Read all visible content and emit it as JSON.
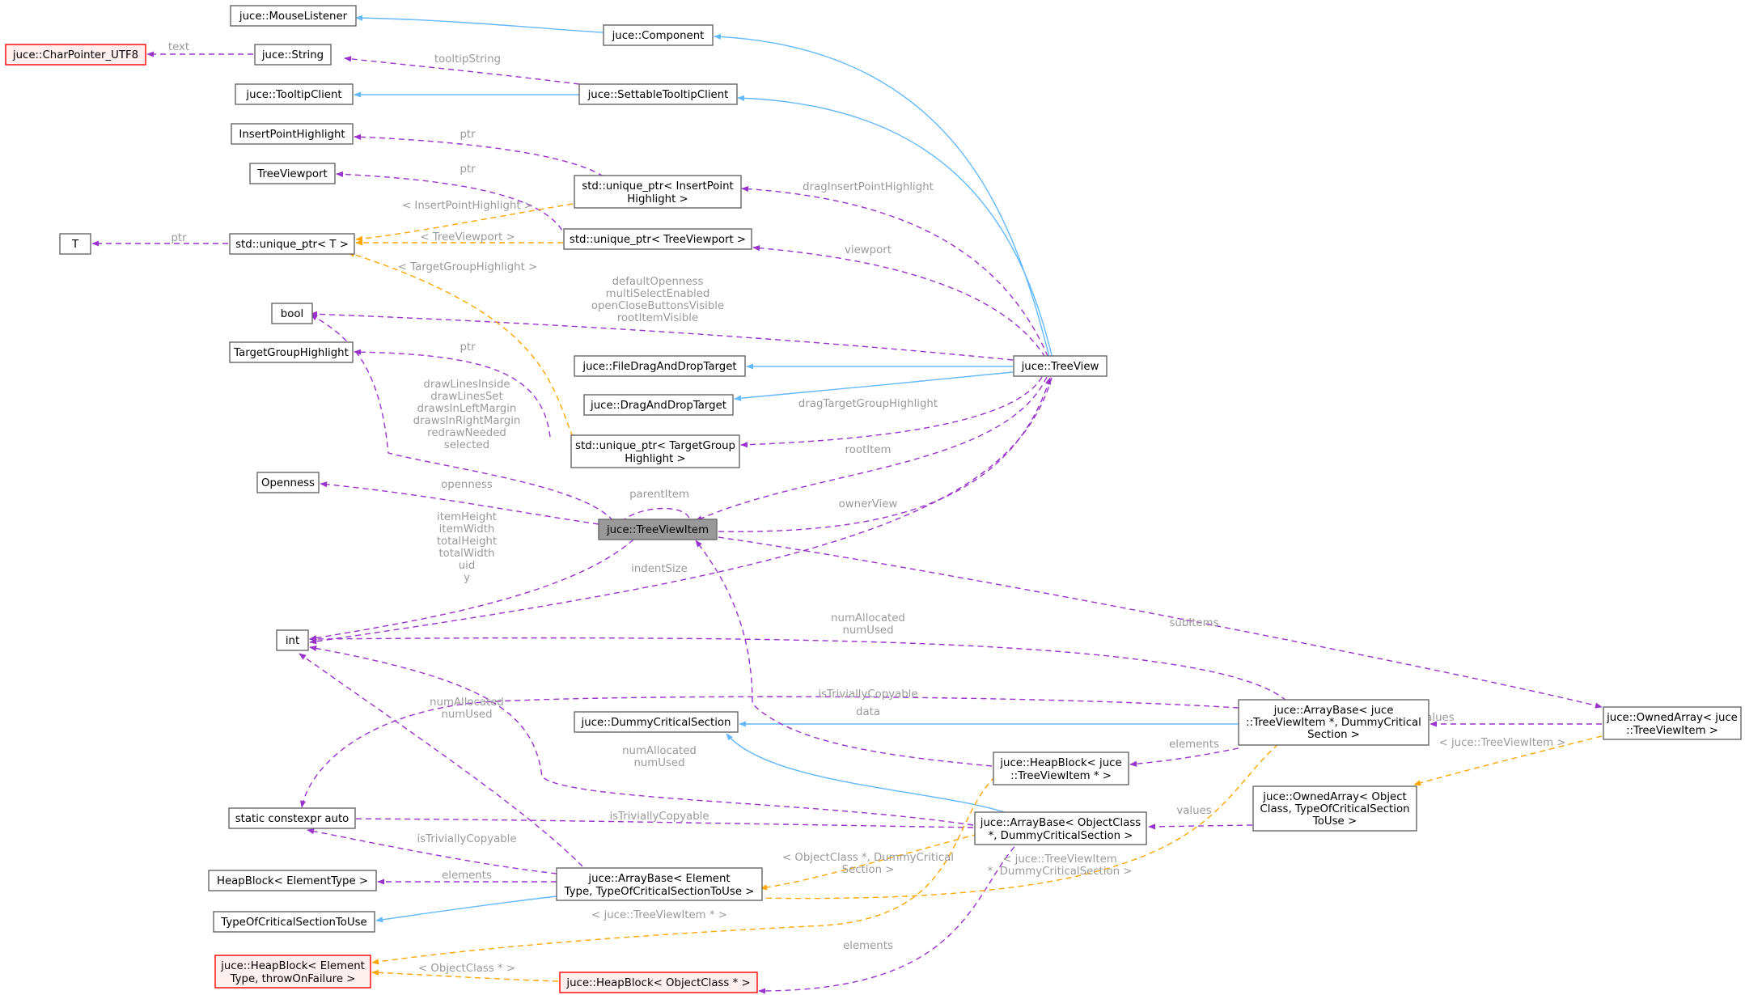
{
  "diagram": {
    "nodes": {
      "mouse_listener": "juce::MouseListener",
      "component": "juce::Component",
      "char_pointer_utf8": "juce::CharPointer_UTF8",
      "string": "juce::String",
      "tooltip_client": "juce::TooltipClient",
      "settable_tooltip_client": "juce::SettableTooltipClient",
      "insert_point_highlight": "InsertPointHighlight",
      "unique_ptr_insert_point": [
        "std::unique_ptr< InsertPoint",
        "Highlight >"
      ],
      "tree_viewport": "TreeViewport",
      "unique_ptr_t": "std::unique_ptr< T >",
      "t": "T",
      "unique_ptr_tree_viewport": "std::unique_ptr< TreeViewport >",
      "bool": "bool",
      "target_group_highlight": "TargetGroupHighlight",
      "file_drag_drop_target": "juce::FileDragAndDropTarget",
      "drag_drop_target": "juce::DragAndDropTarget",
      "tree_view": "juce::TreeView",
      "unique_ptr_target_group": [
        "std::unique_ptr< TargetGroup",
        "Highlight >"
      ],
      "openness": "Openness",
      "tree_view_item": "juce::TreeViewItem",
      "int": "int",
      "dummy_critical_section": "juce::DummyCriticalSection",
      "array_base_tvi": [
        "juce::ArrayBase< juce",
        "::TreeViewItem *, DummyCritical",
        "Section >"
      ],
      "owned_array_tvi": [
        "juce::OwnedArray< juce",
        "::TreeViewItem >"
      ],
      "heap_block_tvi": [
        "juce::HeapBlock< juce",
        "::TreeViewItem * >"
      ],
      "owned_array_object": [
        "juce::OwnedArray< Object",
        "Class, TypeOfCriticalSection",
        "ToUse >"
      ],
      "static_constexpr_auto": "static constexpr auto",
      "array_base_object": [
        "juce::ArrayBase< ObjectClass",
        "*, DummyCriticalSection >"
      ],
      "heap_block_element_type": "HeapBlock< ElementType >",
      "array_base_element": [
        "juce::ArrayBase< Element",
        "Type, TypeOfCriticalSectionToUse >"
      ],
      "type_of_critical_section": "TypeOfCriticalSectionToUse",
      "heap_block_element_throw": [
        "juce::HeapBlock< Element",
        "Type, throwOnFailure >"
      ],
      "heap_block_object": "juce::HeapBlock< ObjectClass * >"
    },
    "edge_labels": {
      "text": "text",
      "tooltip_string": "tooltipString",
      "ptr_insert": "ptr",
      "ptr_viewport": "ptr",
      "ptr_t": "ptr",
      "ptr_target": "ptr",
      "tmpl_insert": "< InsertPointHighlight >",
      "tmpl_viewport": "< TreeViewport >",
      "tmpl_target": "< TargetGroupHighlight >",
      "drag_insert": "dragInsertPointHighlight",
      "viewport": "viewport",
      "tree_bools": [
        "defaultOpenness",
        "multiSelectEnabled",
        "openCloseButtonsVisible",
        "rootItemVisible"
      ],
      "drag_target": "dragTargetGroupHighlight",
      "root_item": "rootItem",
      "item_bools": [
        "drawLinesInside",
        "drawLinesSet",
        "drawsInLeftMargin",
        "drawsInRightMargin",
        "redrawNeeded",
        "selected"
      ],
      "parent_item": "parentItem",
      "openness": "openness",
      "owner_view": "ownerView",
      "item_ints": [
        "itemHeight",
        "itemWidth",
        "totalHeight",
        "totalWidth",
        "uid",
        "y"
      ],
      "indent_size": "indentSize",
      "sub_items": "subItems",
      "num_allocated_1": [
        "numAllocated",
        "numUsed"
      ],
      "trivially_copyable_1": "isTriviallyCopyable",
      "num_allocated_2": [
        "numAllocated",
        "numUsed"
      ],
      "data": "data",
      "values_1": "values",
      "tmpl_owned_tvi": "< juce::TreeViewItem >",
      "elements_1": "elements",
      "num_allocated_3": [
        "numAllocated",
        "numUsed"
      ],
      "trivially_copyable_2": "isTriviallyCopyable",
      "values_2": "values",
      "trivially_copyable_3": "isTriviallyCopyable",
      "tmpl_object_class": [
        "< ObjectClass *, DummyCritical",
        "Section >"
      ],
      "tmpl_tvi_dummy": [
        "< juce::TreeViewItem",
        "*, DummyCriticalSection >"
      ],
      "elements_2": "elements",
      "tmpl_tvi_ptr": "< juce::TreeViewItem * >",
      "elements_3": "elements",
      "tmpl_object_ptr": "< ObjectClass * >"
    }
  }
}
